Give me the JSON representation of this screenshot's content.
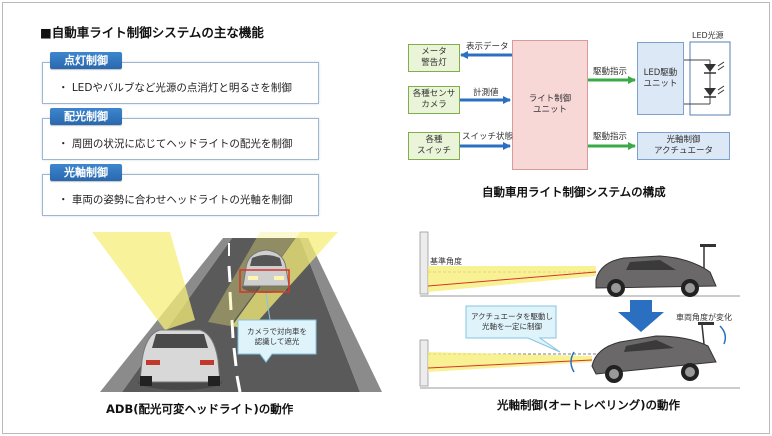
{
  "functions": {
    "heading": "■自動車ライト制御システムの主な機能",
    "items": [
      {
        "title": "点灯制御",
        "desc": "・ LEDやバルブなど光源の点消灯と明るさを制御"
      },
      {
        "title": "配光制御",
        "desc": "・ 周囲の状況に応じてヘッドライトの配光を制御"
      },
      {
        "title": "光軸制御",
        "desc": "・ 車両の姿勢に合わせヘッドライトの光軸を制御"
      }
    ]
  },
  "system": {
    "blocks": {
      "meter": "メータ\n警告灯",
      "sensor": "各種センサ\nカメラ",
      "switch": "各種\nスイッチ",
      "controller": "ライト制御\nユニット",
      "led_driver": "LED駆動\nユニット",
      "actuator": "光軸制御\nアクチュエータ",
      "led_source": "LED光源"
    },
    "signals": {
      "display": "表示データ",
      "measure": "計測値",
      "switch_state": "スイッチ状態",
      "drive1": "駆動指示",
      "drive2": "駆動指示"
    },
    "caption": "自動車用ライト制御システムの構成"
  },
  "adb": {
    "callout": "カメラで対向車を\n認識して遮光",
    "caption": "ADB(配光可変ヘッドライト)の動作"
  },
  "leveling": {
    "reference_label": "基準角度",
    "actuator_callout": "アクチュエータを駆動し\n光軸を一定に制御",
    "attitude_label": "車両角度が変化",
    "caption": "光軸制御(オートレベリング)の動作"
  },
  "colors": {
    "tab_blue": "#2f74bf",
    "arrow_blue": "#2b6fc0",
    "arrow_green": "#3aaa48",
    "beam_yellow": "#f6ef7a",
    "block_pink": "#f8d7d7",
    "block_green": "#e9f4d8",
    "block_blue": "#dce8f6",
    "detect_box": "#d9342b"
  }
}
